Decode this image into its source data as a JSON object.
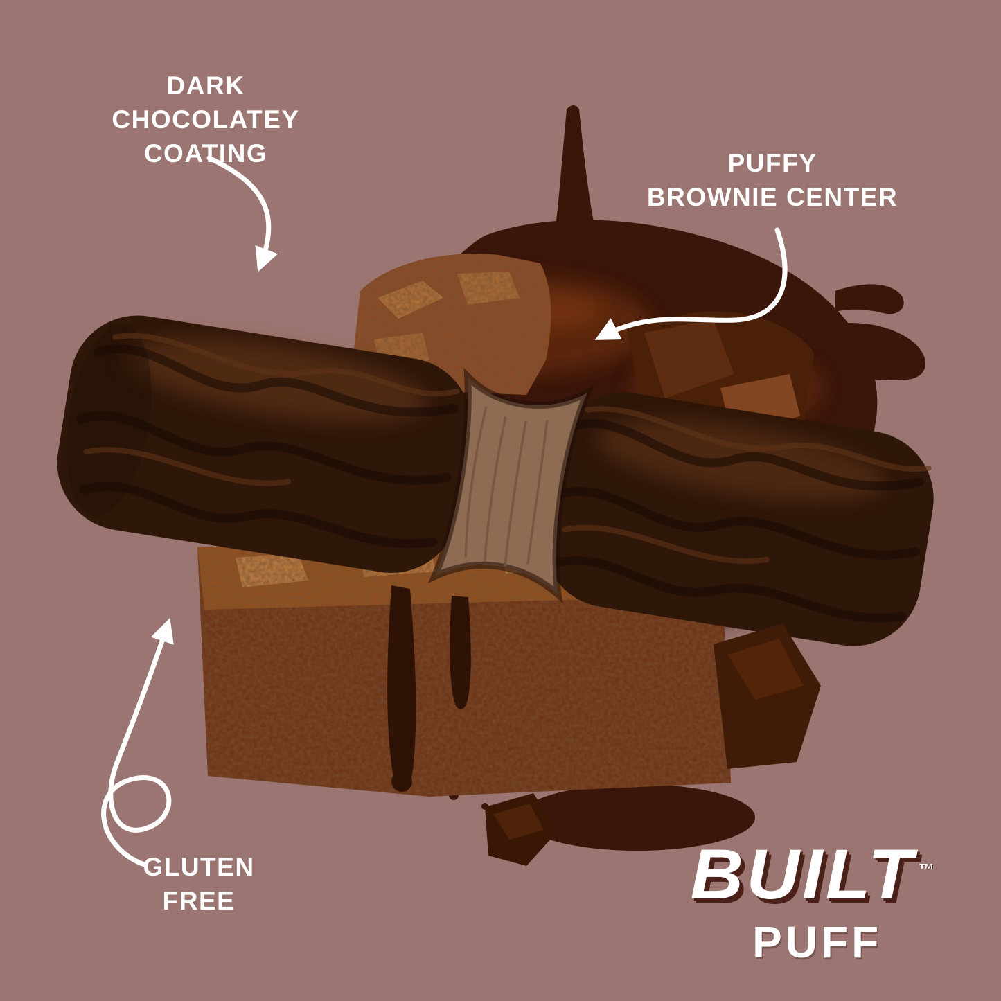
{
  "colors": {
    "bg": "#9b7571",
    "text": "#ffffff",
    "arrow": "#ffffff",
    "logo-shadow": "#4a2019",
    "chocolate-splash": "#3a150a",
    "chocolate-bar": "#2e1609",
    "brownie": "#7c4423",
    "bar-center": "#8e6b53"
  },
  "callouts": {
    "coating": {
      "line1": "DARK",
      "line2": "CHOCOLATEY COATING"
    },
    "center": {
      "line1": "PUFFY",
      "line2": "BROWNIE CENTER"
    },
    "gluten_free": {
      "line1": "GLUTEN",
      "line2": "FREE"
    }
  },
  "brand": {
    "name": "BUILT",
    "trademark": "™",
    "product": "PUFF"
  }
}
